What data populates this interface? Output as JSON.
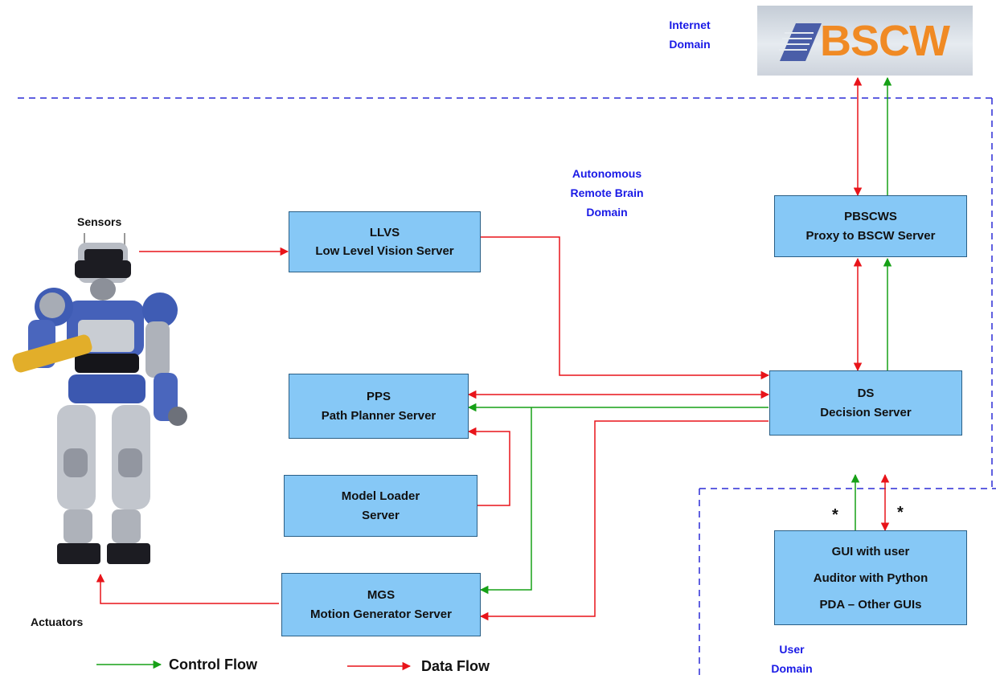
{
  "domains": {
    "internet": [
      "Internet",
      "Domain"
    ],
    "remote_brain": [
      "Autonomous",
      "Remote Brain",
      "Domain"
    ],
    "user": [
      "User",
      "Domain"
    ]
  },
  "logo": {
    "text": "BSCW",
    "color": "#f08a24"
  },
  "robot_labels": {
    "sensors": "Sensors",
    "actuators": "Actuators"
  },
  "boxes": {
    "llvs": [
      "LLVS",
      "Low Level Vision Server"
    ],
    "pps": [
      "PPS",
      "Path Planner Server"
    ],
    "model_loader": [
      "Model Loader",
      "Server"
    ],
    "mgs": [
      "MGS",
      "Motion Generator Server"
    ],
    "pbscws": [
      "PBSCWS",
      "Proxy to BSCW Server"
    ],
    "ds": [
      "DS",
      "Decision Server"
    ],
    "gui": [
      "GUI with user",
      "Auditor with Python",
      "PDA – Other GUIs"
    ]
  },
  "stars": [
    "*",
    "*"
  ],
  "legend": {
    "control": "Control Flow",
    "data": "Data Flow"
  },
  "colors": {
    "data_flow": "#e8141a",
    "control_flow": "#16a016",
    "domain_text": "#1a1ae6",
    "box_fill": "#86c8f6",
    "boundary": "#2c2cd6"
  }
}
